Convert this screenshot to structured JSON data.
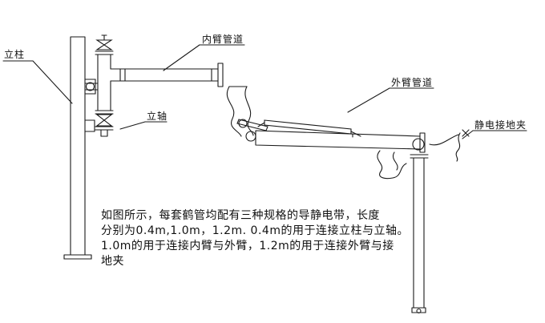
{
  "colors": {
    "background": "#ffffff",
    "line": "#000000",
    "text": "#111111"
  },
  "callouts": {
    "column": "立柱",
    "inner_arm": "内臂管道",
    "vertical_shaft": "立轴",
    "outer_arm": "外臂管道",
    "ground_clamp": "静电接地夹"
  },
  "note": {
    "line1": "如图所示，每套鹤管均配有三种规格的导静电带，长度",
    "line2": "分别为0.4m,1.0m，1.2m. 0.4m的用于连接立柱与立轴。",
    "line3": "1.0m的用于连接内臂与外臂，1.2m的用于连接外臂与接",
    "line4": "地夹"
  }
}
